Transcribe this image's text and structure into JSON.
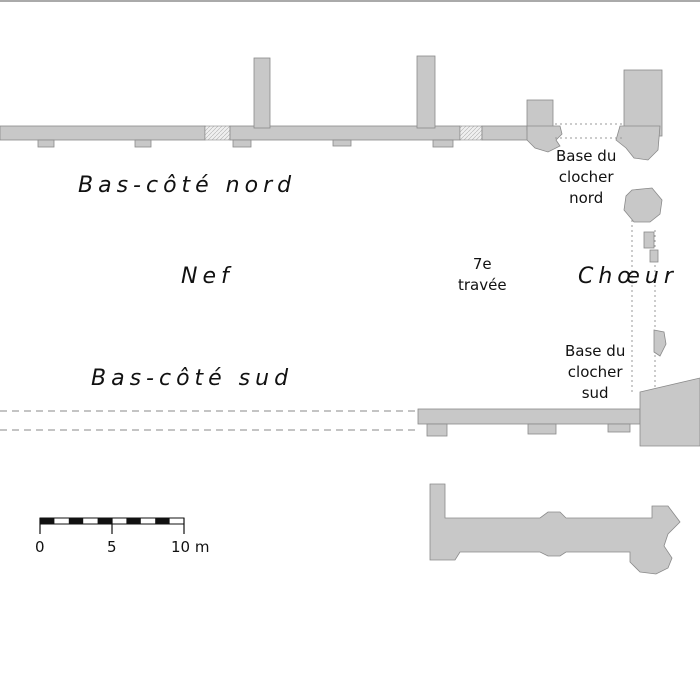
{
  "labels": {
    "bas_cote_nord": "Bas-côté nord",
    "nef": "Nef",
    "travee": "7e\ntravée",
    "choeur": "Chœur",
    "base_clocher_nord": "Base du\nclocher\nnord",
    "base_clocher_sud": "Base du\nclocher\nsud",
    "bas_cote_sud": "Bas-côté sud"
  },
  "scale_bar": {
    "ticks": [
      "0",
      "5",
      "10 m"
    ]
  },
  "colors": {
    "wall_fill": "#c8c8c8",
    "wall_stroke": "#8a8a8a",
    "background": "#ffffff"
  }
}
